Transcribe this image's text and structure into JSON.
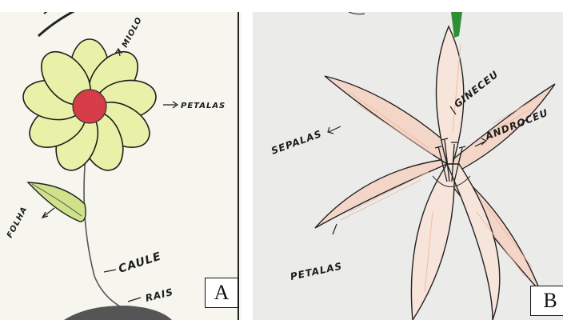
{
  "panel_a": {
    "letter": "A",
    "labels": {
      "miolo": "MIOLO",
      "petalas": "PETALAS",
      "folha": "FOLHA",
      "caule": "CAULE",
      "raiz": "RAIS"
    }
  },
  "panel_b": {
    "letter": "B",
    "labels": {
      "gineceu": "GINECEU",
      "androceu": "ANDROCEU",
      "sepalas": "SEPALAS",
      "petalas": "PETALAS"
    }
  },
  "colors": {
    "petal_fill": "#e9f1a8",
    "center_fill": "#d63d48",
    "leaf_fill": "#cfe28a",
    "lily_tint": "#efb49a",
    "stem_green": "#2f8f35"
  }
}
